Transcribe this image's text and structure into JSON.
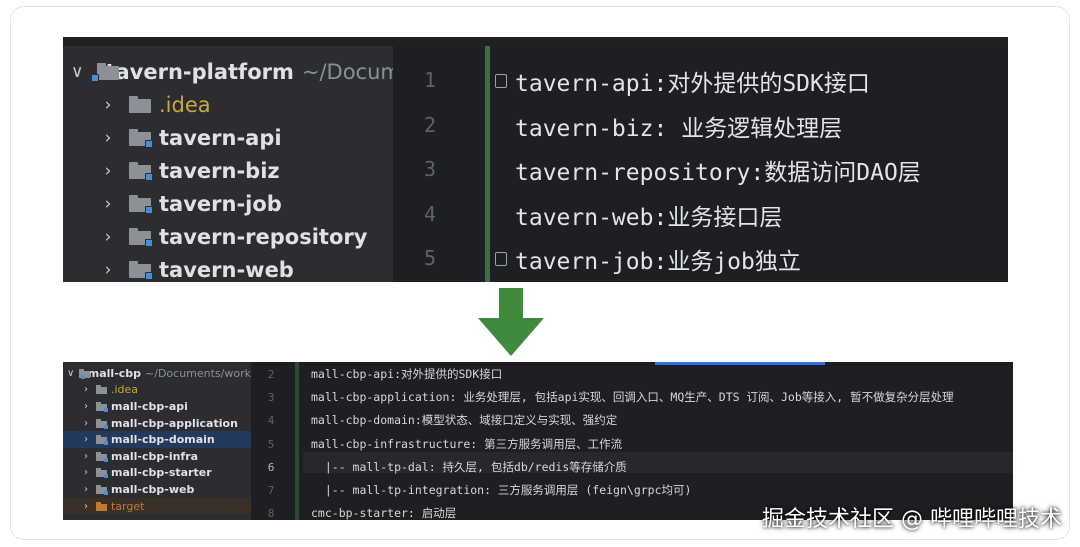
{
  "top": {
    "tree": [
      {
        "indent": 0,
        "chevron": "∨",
        "name": "tavern-platform",
        "path": "~/Docum",
        "kind": "module"
      },
      {
        "indent": 1,
        "chevron": "›",
        "name": ".idea",
        "kind": "idea"
      },
      {
        "indent": 1,
        "chevron": "›",
        "name": "tavern-api",
        "kind": "module"
      },
      {
        "indent": 1,
        "chevron": "›",
        "name": "tavern-biz",
        "kind": "module"
      },
      {
        "indent": 1,
        "chevron": "›",
        "name": "tavern-job",
        "kind": "module"
      },
      {
        "indent": 1,
        "chevron": "›",
        "name": "tavern-repository",
        "kind": "module"
      },
      {
        "indent": 1,
        "chevron": "›",
        "name": "tavern-web",
        "kind": "module"
      }
    ],
    "line_numbers": [
      "1",
      "2",
      "3",
      "4",
      "5"
    ],
    "code_lines": [
      "tavern-api:对外提供的SDK接口",
      "tavern-biz: 业务逻辑处理层",
      "tavern-repository:数据访问DAO层",
      "tavern-web:业务接口层",
      "tavern-job:业务job独立"
    ]
  },
  "bottom": {
    "tree": [
      {
        "chevron": "∨",
        "name": "mall-cbp",
        "path": "~/Documents/work",
        "kind": "module",
        "state": ""
      },
      {
        "chevron": "›",
        "name": ".idea",
        "kind": "idea",
        "state": ""
      },
      {
        "chevron": "›",
        "name": "mall-cbp-api",
        "kind": "module",
        "state": ""
      },
      {
        "chevron": "›",
        "name": "mall-cbp-application",
        "kind": "module",
        "state": ""
      },
      {
        "chevron": "›",
        "name": "mall-cbp-domain",
        "kind": "module",
        "state": "selected"
      },
      {
        "chevron": "›",
        "name": "mall-cbp-infra",
        "kind": "module",
        "state": ""
      },
      {
        "chevron": "›",
        "name": "mall-cbp-starter",
        "kind": "module",
        "state": ""
      },
      {
        "chevron": "›",
        "name": "mall-cbp-web",
        "kind": "module",
        "state": ""
      },
      {
        "chevron": "›",
        "name": "target",
        "kind": "target",
        "state": "excluded"
      }
    ],
    "line_numbers": [
      "2",
      "3",
      "4",
      "5",
      "6",
      "7",
      "8"
    ],
    "current_line": "6",
    "code_lines": [
      "mall-cbp-api:对外提供的SDK接口",
      "mall-cbp-application: 业务处理层, 包括api实现、回调入口、MQ生产、DTS 订阅、Job等接入, 暂不做复杂分层处理",
      "mall-cbp-domain:模型状态、域接口定义与实现、强约定",
      "mall-cbp-infrastructure: 第三方服务调用层、工作流",
      "  |-- mall-tp-dal: 持久层, 包括db/redis等存储介质",
      "  |-- mall-tp-integration: 三方服务调用层 (feign\\grpc均可)",
      "cmc-bp-starter: 启动层"
    ]
  },
  "watermark": "掘金技术社区 @ 哔哩哔哩技术",
  "colors": {
    "panel_bg": "#2b2d30",
    "editor_bg": "#1e1f22",
    "arrow_green": "#3f8a3c",
    "selection": "#233a5c",
    "module_badge": "#4a8cd8"
  }
}
